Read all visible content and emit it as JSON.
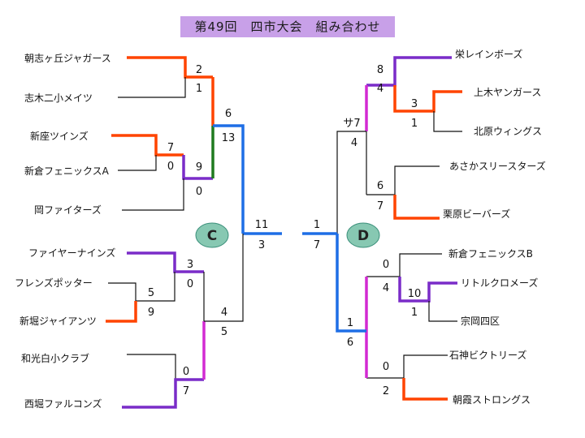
{
  "title": "第49回　四市大会　組み合わせ",
  "colors": {
    "black": "#111111",
    "orange": "#ff4400",
    "purple": "#7a2cc8",
    "magenta": "#d22ad2",
    "green": "#1f7a1f",
    "blue": "#1e6ee6",
    "pool": "#87c8b2",
    "pool_border": "#3a8f7a"
  },
  "blocks": [
    {
      "id": "C",
      "label": "C"
    },
    {
      "id": "D",
      "label": "D"
    }
  ],
  "teams": {
    "asashi_jaguars": "朝志ヶ丘ジャガース",
    "shiki2_mates": "志木二小メイツ",
    "niiza_twins": "新座ツインズ",
    "niikura_phoenix_a": "新倉フェニックスA",
    "oka_fighters": "岡ファイターズ",
    "fire_nines": "ファイヤーナインズ",
    "friends_potter": "フレンズポッター",
    "nibori_giants": "新堀ジャイアンツ",
    "wako_shiro": "和光白小クラブ",
    "nishibori_falcons": "西堀ファルコンズ",
    "sakae_rainbows": "栄レインボーズ",
    "kami_younggas": "上木ヤンガース",
    "kitahara_wings": "北原ウィングス",
    "asaka_three_stars": "あさかスリースターズ",
    "kurihara_beavers": "栗原ビーバーズ",
    "niikura_phoenix_b": "新倉フェニックスB",
    "little_chromes": "リトルクロメーズ",
    "muneoka_4ku": "宗岡四区",
    "ishigami_victories": "石神ビクトリーズ",
    "asaka_strongs": "朝霞ストロングス"
  },
  "scores": {
    "c_r1a_top": "2",
    "c_r1a_bot": "1",
    "c_pre_top": "7",
    "c_pre_bot": "0",
    "c_r2b_top": "9",
    "c_r2b_bot": "0",
    "c_semi_top": "6",
    "c_semi_bot": "13",
    "c_final_top": "11",
    "c_final_bot": "3",
    "c_r1c_top": "3",
    "c_r1c_bot": "0",
    "c_pre2_top": "5",
    "c_pre2_bot": "9",
    "c_r2d_top": "4",
    "c_r2d_bot": "5",
    "c_r1e_top": "0",
    "c_r1e_bot": "7",
    "d_r1a_top": "8",
    "d_r1a_bot": "4",
    "d_pre_top": "3",
    "d_pre_bot": "1",
    "d_semi_top": "サ7",
    "d_semi_bot": "4",
    "d_r1b_top": "6",
    "d_r1b_bot": "7",
    "d_final_top": "1",
    "d_final_bot": "7",
    "d_r1c_top": "0",
    "d_r1c_bot": "4",
    "d_pre2_top": "10",
    "d_pre2_bot": "1",
    "d_semi2_top": "1",
    "d_semi2_bot": "6",
    "d_r1d_top": "0",
    "d_r1d_bot": "2"
  }
}
